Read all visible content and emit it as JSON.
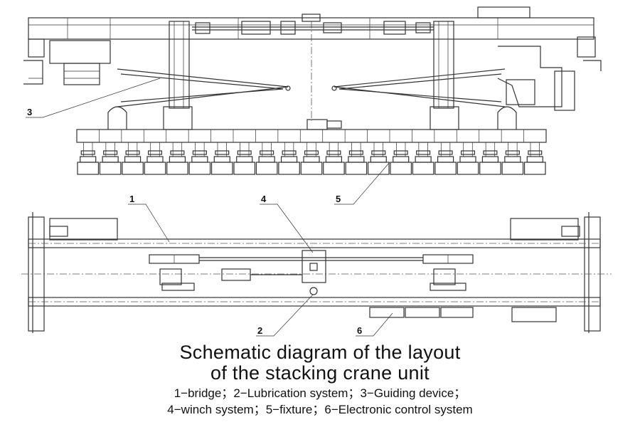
{
  "labels": {
    "l1": "1",
    "l2": "2",
    "l3": "3",
    "l4": "4",
    "l5": "5",
    "l6": "6"
  },
  "title": {
    "line1": "Schematic diagram of the layout",
    "line2": "of the stacking crane unit"
  },
  "legend": {
    "line1": "1−bridge；2−Lubrication system；3−Guiding device；",
    "line2": "4−winch system；5−fixture；6−Electronic control system"
  },
  "fixture_count": 21
}
